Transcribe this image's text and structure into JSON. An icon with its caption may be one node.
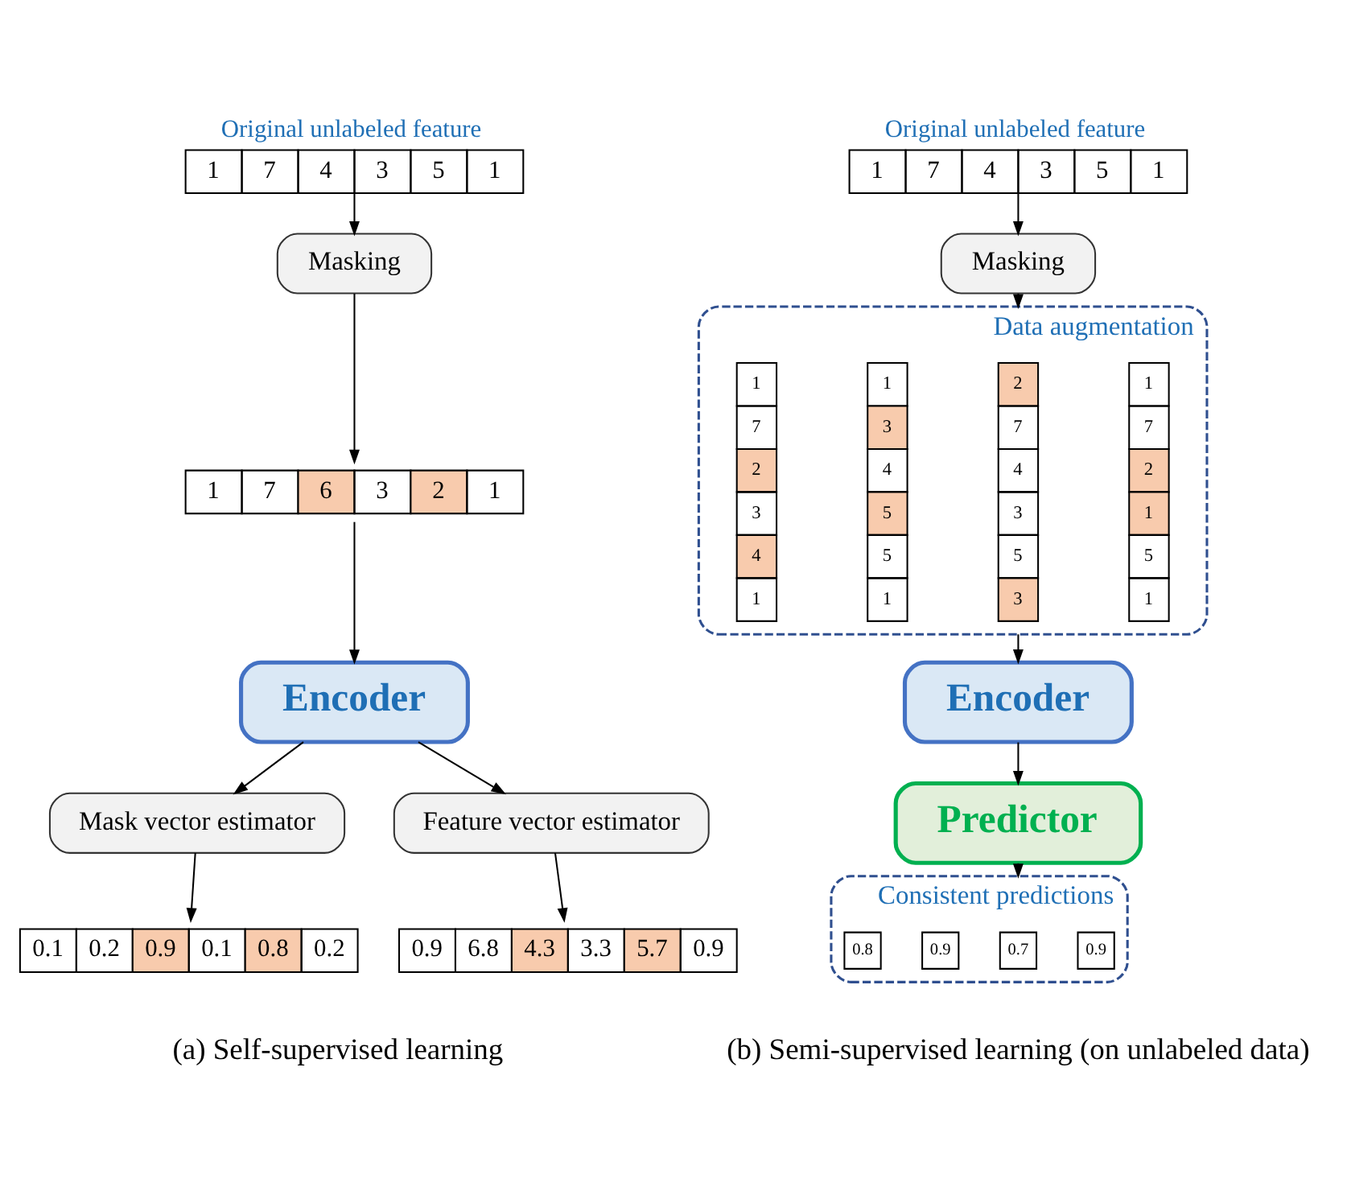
{
  "diagram": {
    "nodes": [
      {
        "text": [
          "1",
          "7",
          "4",
          "3",
          "5",
          "1"
        ],
        "beside": [
          "Original unlabeled feature"
        ]
      },
      {
        "text": [
          "Masking"
        ]
      },
      {
        "text": [
          "1",
          "7",
          "6",
          "3",
          "2",
          "1"
        ]
      },
      {
        "text": [
          "Encoder"
        ]
      },
      {
        "text": [
          "Mask vector estimator"
        ]
      },
      {
        "text": [
          "Feature vector estimator"
        ]
      },
      {
        "text": [
          "0.1",
          "0.2",
          "0.9",
          "0.1",
          "0.8",
          "0.2"
        ]
      },
      {
        "text": [
          "0.9",
          "6.8",
          "4.3",
          "3.3",
          "5.7",
          "0.9"
        ]
      },
      {
        "text": [
          "1",
          "7",
          "4",
          "3",
          "5",
          "1"
        ],
        "beside": [
          "Original unlabeled feature"
        ]
      },
      {
        "text": [
          "Masking"
        ]
      },
      {
        "text": [
          "Data augmentation"
        ]
      },
      {
        "text": [
          "1",
          "7",
          "2",
          "3",
          "4",
          "1"
        ],
        "in": 10
      },
      {
        "text": [
          "1",
          "3",
          "4",
          "5",
          "5",
          "1"
        ],
        "in": 10
      },
      {
        "text": [
          "2",
          "7",
          "4",
          "3",
          "5",
          "3"
        ],
        "in": 10
      },
      {
        "text": [
          "1",
          "7",
          "2",
          "1",
          "5",
          "1"
        ],
        "in": 10
      },
      {
        "text": [
          "Encoder"
        ]
      },
      {
        "text": [
          "Predictor"
        ]
      },
      {
        "text": [
          "Consistent predictions"
        ]
      },
      {
        "text": [
          "0.8"
        ],
        "in": 17
      },
      {
        "text": [
          "0.9"
        ],
        "in": 17
      },
      {
        "text": [
          "0.7"
        ],
        "in": 17
      },
      {
        "text": [
          "0.9"
        ],
        "in": 17
      }
    ],
    "edges": [
      {
        "from": 0,
        "to": 1,
        "arrow": "to"
      },
      {
        "from": 1,
        "to": 2,
        "arrow": "to"
      },
      {
        "from": 2,
        "to": 3,
        "arrow": "to"
      },
      {
        "from": 3,
        "to": 4,
        "arrow": "to"
      },
      {
        "from": 3,
        "to": 5,
        "arrow": "to"
      },
      {
        "from": 4,
        "to": 6,
        "arrow": "to"
      },
      {
        "from": 5,
        "to": 7,
        "arrow": "to"
      },
      {
        "from": 8,
        "to": 9,
        "arrow": "to"
      },
      {
        "from": 9,
        "to": 10,
        "arrow": "to"
      },
      {
        "from": 10,
        "to": 15,
        "arrow": "to"
      },
      {
        "from": 15,
        "to": 16,
        "arrow": "to"
      },
      {
        "from": 16,
        "to": 17,
        "arrow": "to"
      }
    ],
    "labels": [
      "(a) Self-supervised learning",
      "(b) Semi-supervised learning (on unlabeled data)"
    ]
  }
}
